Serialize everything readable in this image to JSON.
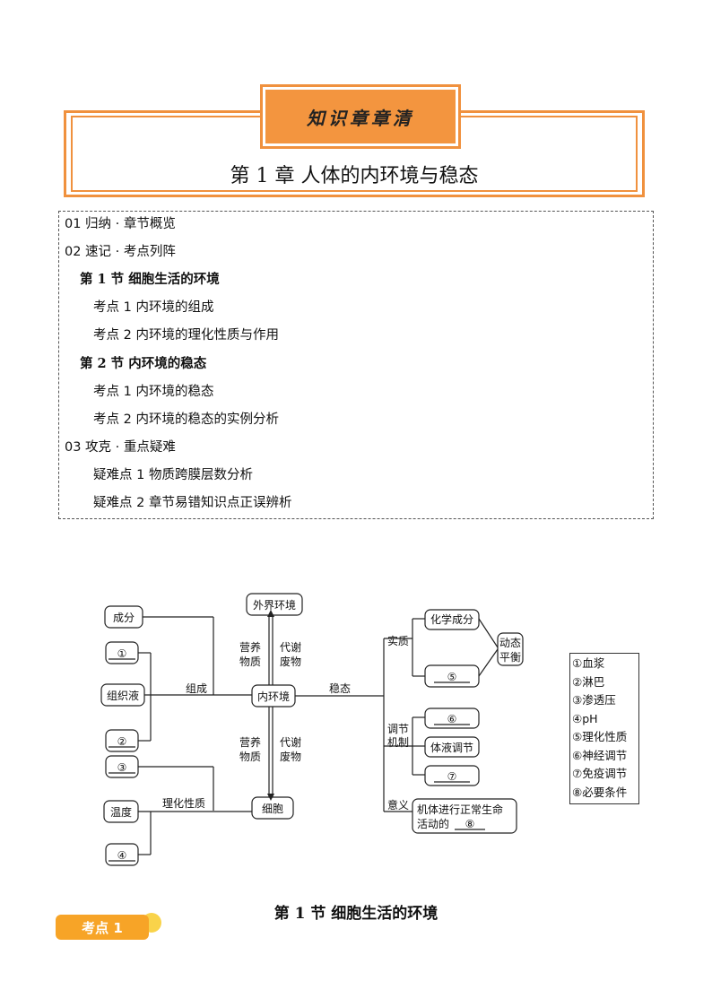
{
  "header": {
    "tab_label": "知识章章清",
    "chapter_title": "第 1 章  人体的内环境与稳态"
  },
  "toc": {
    "items": [
      {
        "text": "01 归纳 · 章节概览",
        "level": 0
      },
      {
        "text": "02 速记 · 考点列阵",
        "level": 0
      },
      {
        "text": "第 1 节  细胞生活的环境",
        "level": 1
      },
      {
        "text": "考点 1  内环境的组成",
        "level": 2
      },
      {
        "text": "考点 2  内环境的理化性质与作用",
        "level": 2
      },
      {
        "text": "第 2 节  内环境的稳态",
        "level": 1
      },
      {
        "text": "考点 1  内环境的稳态",
        "level": 2
      },
      {
        "text": "考点 2  内环境的稳态的实例分析",
        "level": 2
      },
      {
        "text": "03 攻克 · 重点疑难",
        "level": 0
      },
      {
        "text": "疑难点 1  物质跨膜层数分析",
        "level": 2
      },
      {
        "text": "疑难点 2  章节易错知识点正误辨析",
        "level": 2
      }
    ]
  },
  "diagram": {
    "chengfen": "成分",
    "blank1": "①",
    "zuzhiye": "组织液",
    "blank2": "②",
    "blank3": "③",
    "wendu": "温度",
    "blank4": "④",
    "zucheng": "组成",
    "lihua": "理化性质",
    "waijie": "外界环境",
    "neihuanjing": "内环境",
    "xibao": "细胞",
    "yingyang_top_1": "营养",
    "yingyang_top_2": "物质",
    "daixie_top_1": "代谢",
    "daixie_top_2": "废物",
    "yingyang_bot_1": "营养",
    "yingyang_bot_2": "物质",
    "daixie_bot_1": "代谢",
    "daixie_bot_2": "废物",
    "wentai": "稳态",
    "shizhi": "实质",
    "huaxue": "化学成分",
    "blank5": "⑤",
    "dongtai_1": "动态",
    "dongtai_2": "平衡",
    "tiaojie_1": "调节",
    "tiaojie_2": "机制",
    "blank6": "⑥",
    "tiye": "体液调节",
    "blank7": "⑦",
    "yiyi": "意义",
    "yiyi_text_1": "机体进行正常生命",
    "yiyi_text_2": "活动的",
    "blank8": "⑧"
  },
  "legend": [
    "①血浆",
    "②淋巴",
    "③渗透压",
    "④pH",
    "⑤理化性质",
    "⑥神经调节",
    "⑦免疫调节",
    "⑧必要条件"
  ],
  "section": {
    "title": "第 1 节  细胞生活的环境"
  },
  "badge": {
    "label": "考点 1"
  }
}
